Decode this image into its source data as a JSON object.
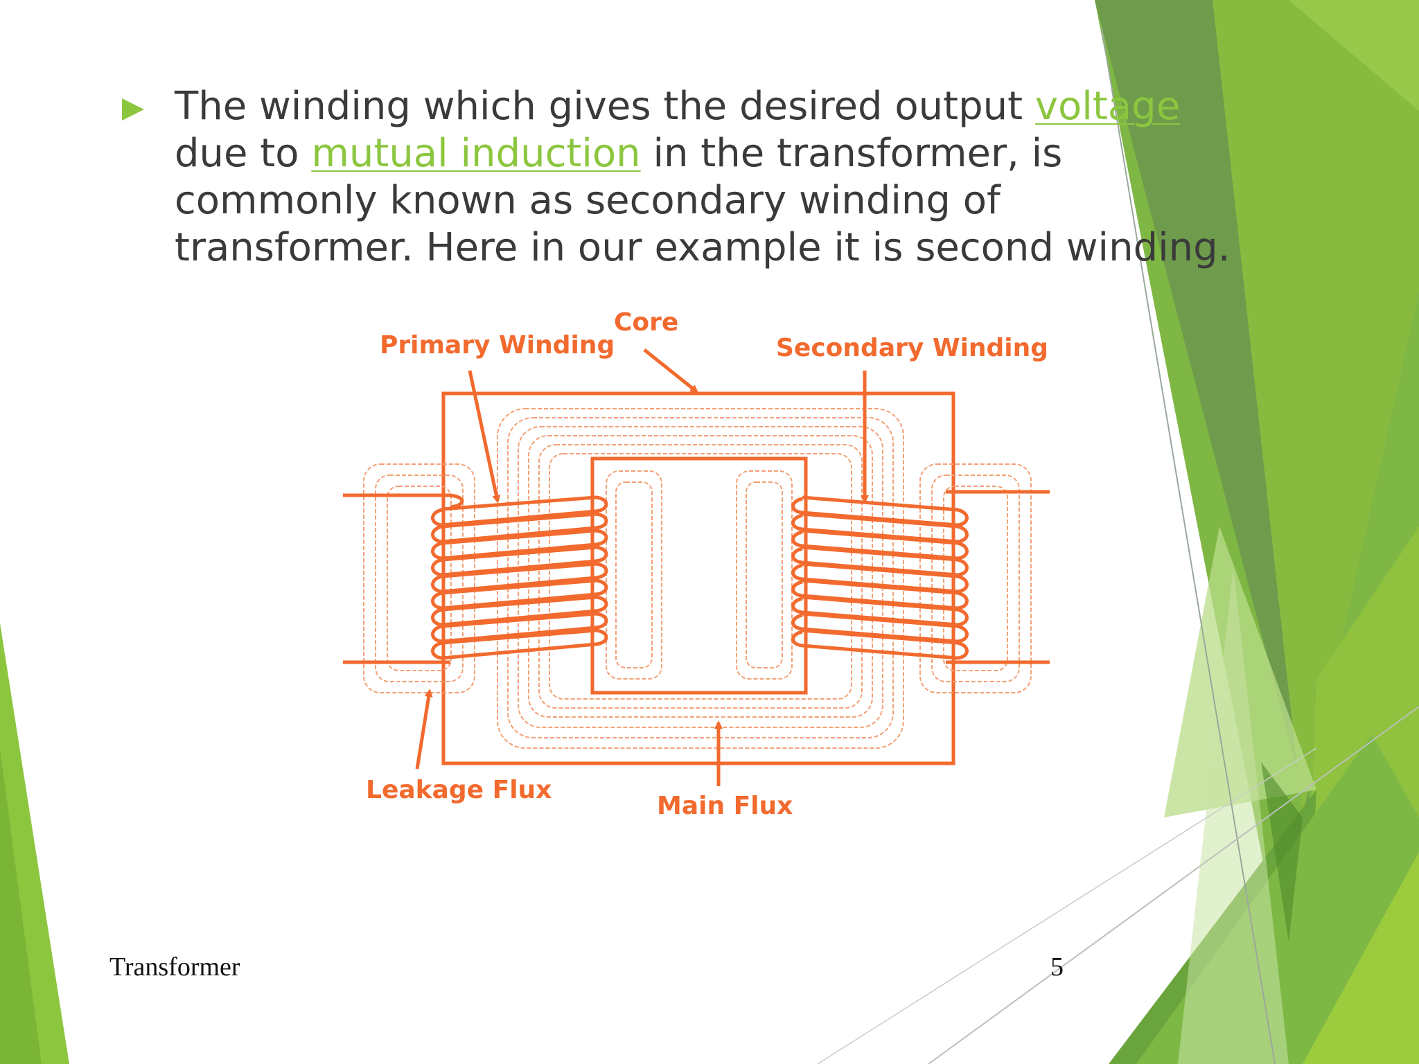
{
  "slide": {
    "bullet": {
      "part1": "The winding which gives the desired output ",
      "link1": "voltage",
      "part2": " due to ",
      "link2": "mutual induction",
      "part3": " in the transformer, is commonly known as secondary winding of transformer. Here in our example it is second winding."
    },
    "figure": {
      "label_core": "Core",
      "label_primary": "Primary Winding",
      "label_secondary": "Secondary Winding",
      "label_leakage": "Leakage Flux",
      "label_main_flux": "Main Flux"
    },
    "footer": {
      "title": "Transformer",
      "page_number": "5"
    }
  },
  "colors": {
    "accent_green": "#8cc63f",
    "dark_green": "#5f9a3a",
    "diagram_orange": "#f26a2e",
    "text": "#3a3a3a"
  }
}
